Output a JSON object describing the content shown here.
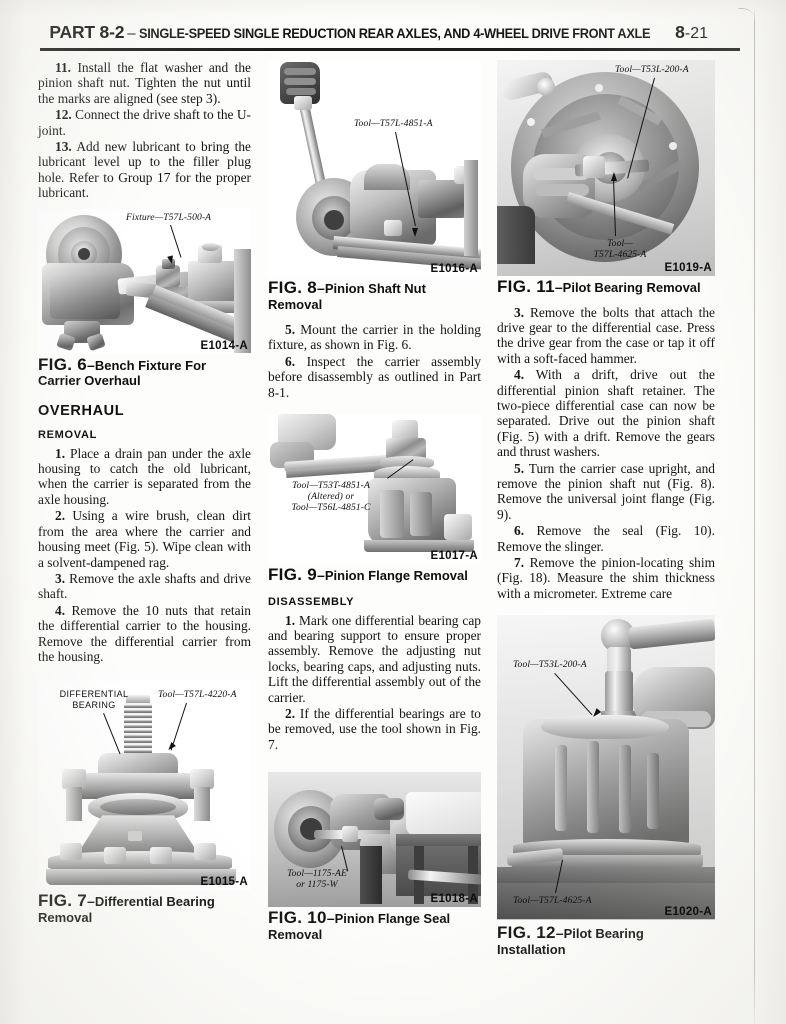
{
  "header": {
    "part": "PART 8-2",
    "dash": "–",
    "title": "SINGLE-SPEED SINGLE REDUCTION REAR AXLES, AND 4-WHEEL DRIVE FRONT AXLE",
    "page_number_bold": "8",
    "page_number_rest": "-21"
  },
  "columns": {
    "left": {
      "paragraphs": [
        "11. Install the flat washer and the pinion shaft nut. Tighten the nut until the marks are aligned (see step 3).",
        "12. Connect the drive shaft to the U-joint.",
        "13. Add new lubricant to bring the lubricant level up to the filler plug hole. Refer to Group 17 for the proper lubricant."
      ],
      "para_numbers": [
        "11.",
        "12.",
        "13."
      ],
      "figure6": {
        "callout_tool": "Fixture—T57L-500-A",
        "code": "E1014-A",
        "caption_num": "FIG. 6",
        "caption_dash": "–",
        "caption_text": "Bench Fixture For Carrier Overhaul"
      },
      "section_overhaul": "OVERHAUL",
      "subsection_removal": "REMOVAL",
      "removal_steps": [
        "1. Place a drain pan under the axle housing to catch the old lubricant, when the carrier is separated from the axle housing.",
        "2. Using a wire brush, clean dirt from the area where the carrier and housing meet (Fig. 5). Wipe clean with a solvent-dampened rag.",
        "3. Remove the axle shafts and drive shaft.",
        "4. Remove the 10 nuts that retain the differential carrier to the housing. Remove the differential carrier from the housing."
      ],
      "removal_numbers": [
        "1.",
        "2.",
        "3.",
        "4."
      ],
      "figure7": {
        "callout_part": "DIFFERENTIAL\nBEARING",
        "callout_tool": "Tool—T57L-4220-A",
        "code": "E1015-A",
        "caption_num": "FIG. 7",
        "caption_dash": "–",
        "caption_text": "Differential Bearing Removal"
      }
    },
    "middle": {
      "figure8": {
        "callout_tool": "Tool—T57L-4851-A",
        "code": "E1016-A",
        "caption_num": "FIG. 8",
        "caption_dash": "–",
        "caption_text": "Pinion Shaft Nut Removal"
      },
      "paragraphs": [
        "5. Mount the carrier in the holding fixture, as shown in Fig. 6.",
        "6. Inspect the carrier assembly before disassembly as outlined in Part 8-1."
      ],
      "para_numbers": [
        "5.",
        "6."
      ],
      "figure9": {
        "callout_tool": "Tool—T53T-4851-A\n(Altered) or\nTool—T56L-4851-C",
        "code": "E1017-A",
        "caption_num": "FIG. 9",
        "caption_dash": "–",
        "caption_text": "Pinion Flange Removal"
      },
      "subsection_disassembly": "DISASSEMBLY",
      "disassembly_steps": [
        "1. Mark one differential bearing cap and bearing support to ensure proper assembly. Remove the adjusting nut locks, bearing caps, and adjusting nuts. Lift the differential assembly out of the carrier.",
        "2. If the differential bearings are to be removed, use the tool shown in Fig. 7."
      ],
      "disassembly_numbers": [
        "1.",
        "2."
      ],
      "figure10": {
        "callout_tool": "Tool—1175-AE\nor 1175-W",
        "code": "E1018-A",
        "caption_num": "FIG. 10",
        "caption_dash": "–",
        "caption_text": "Pinion Flange Seal Removal"
      }
    },
    "right": {
      "figure11": {
        "callout_tool_top": "Tool—T53L-200-A",
        "callout_tool_bottom": "Tool—\nT57L-4625-A",
        "code": "E1019-A",
        "caption_num": "FIG. 11",
        "caption_dash": "–",
        "caption_text": "Pilot Bearing Removal"
      },
      "paragraphs": [
        "3. Remove the bolts that attach the drive gear to the differential case. Press the drive gear from the case or tap it off with a soft-faced hammer.",
        "4. With a drift, drive out the differential pinion shaft retainer. The two-piece differential case can now be separated. Drive out the pinion shaft (Fig. 5) with a drift. Remove the gears and thrust washers.",
        "5. Turn the carrier case upright, and remove the pinion shaft nut (Fig. 8). Remove the universal joint flange (Fig. 9).",
        "6. Remove the seal (Fig. 10). Remove the slinger.",
        "7. Remove the pinion-locating shim (Fig. 18). Measure the shim thickness with a micrometer. Extreme care"
      ],
      "para_numbers": [
        "3.",
        "4.",
        "5.",
        "6.",
        "7."
      ],
      "figure12": {
        "callout_tool_top": "Tool—T53L-200-A",
        "callout_tool_bottom": "Tool—T57L-4625-A",
        "code": "E1020-A",
        "caption_num": "FIG. 12",
        "caption_dash": "–",
        "caption_text": "Pilot Bearing Installation"
      }
    }
  }
}
